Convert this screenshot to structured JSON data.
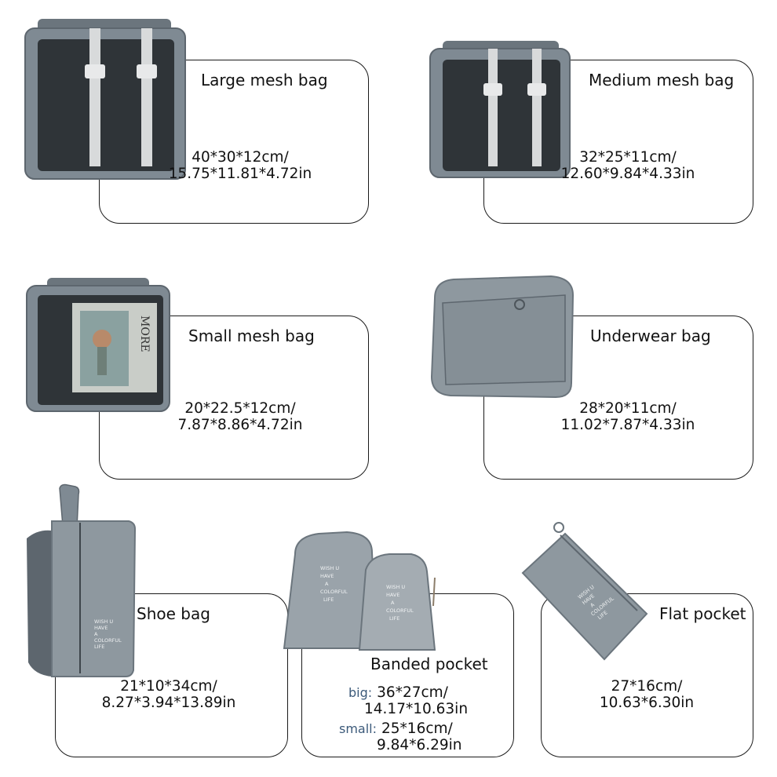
{
  "products": [
    {
      "id": "large",
      "name": "Large mesh bag",
      "dims": [
        "40*30*12cm/",
        "15.75*11.81*4.72in"
      ]
    },
    {
      "id": "medium",
      "name": "Medium mesh bag",
      "dims": [
        "32*25*11cm/",
        "12.60*9.84*4.33in"
      ]
    },
    {
      "id": "small",
      "name": "Small mesh bag",
      "dims": [
        "20*22.5*12cm/",
        "7.87*8.86*4.72in"
      ]
    },
    {
      "id": "underwear",
      "name": "Underwear bag",
      "dims": [
        "28*20*11cm/",
        "11.02*7.87*4.33in"
      ]
    },
    {
      "id": "shoe",
      "name": "Shoe bag",
      "dims": [
        "21*10*34cm/",
        "8.27*3.94*13.89in"
      ]
    },
    {
      "id": "banded",
      "name": "Banded pocket",
      "big_label": "big:",
      "big_dims": [
        "36*27cm/",
        "14.17*10.63in"
      ],
      "small_label": "small:",
      "small_dims": [
        "25*16cm/",
        "9.84*6.29in"
      ]
    },
    {
      "id": "flat",
      "name": "Flat pocket",
      "dims": [
        "27*16cm/",
        "10.63*6.30in"
      ]
    }
  ],
  "bag_print": [
    "WISH U",
    "HAVE",
    "A",
    "COLORFUL",
    "LIFE"
  ],
  "photo_text": "MORE",
  "colors": {
    "bag": "#7f8a93",
    "bag_dark": "#5d666e",
    "mesh": "#2f3438",
    "strap": "#d8dadb",
    "accent": "#3c5a7a"
  }
}
